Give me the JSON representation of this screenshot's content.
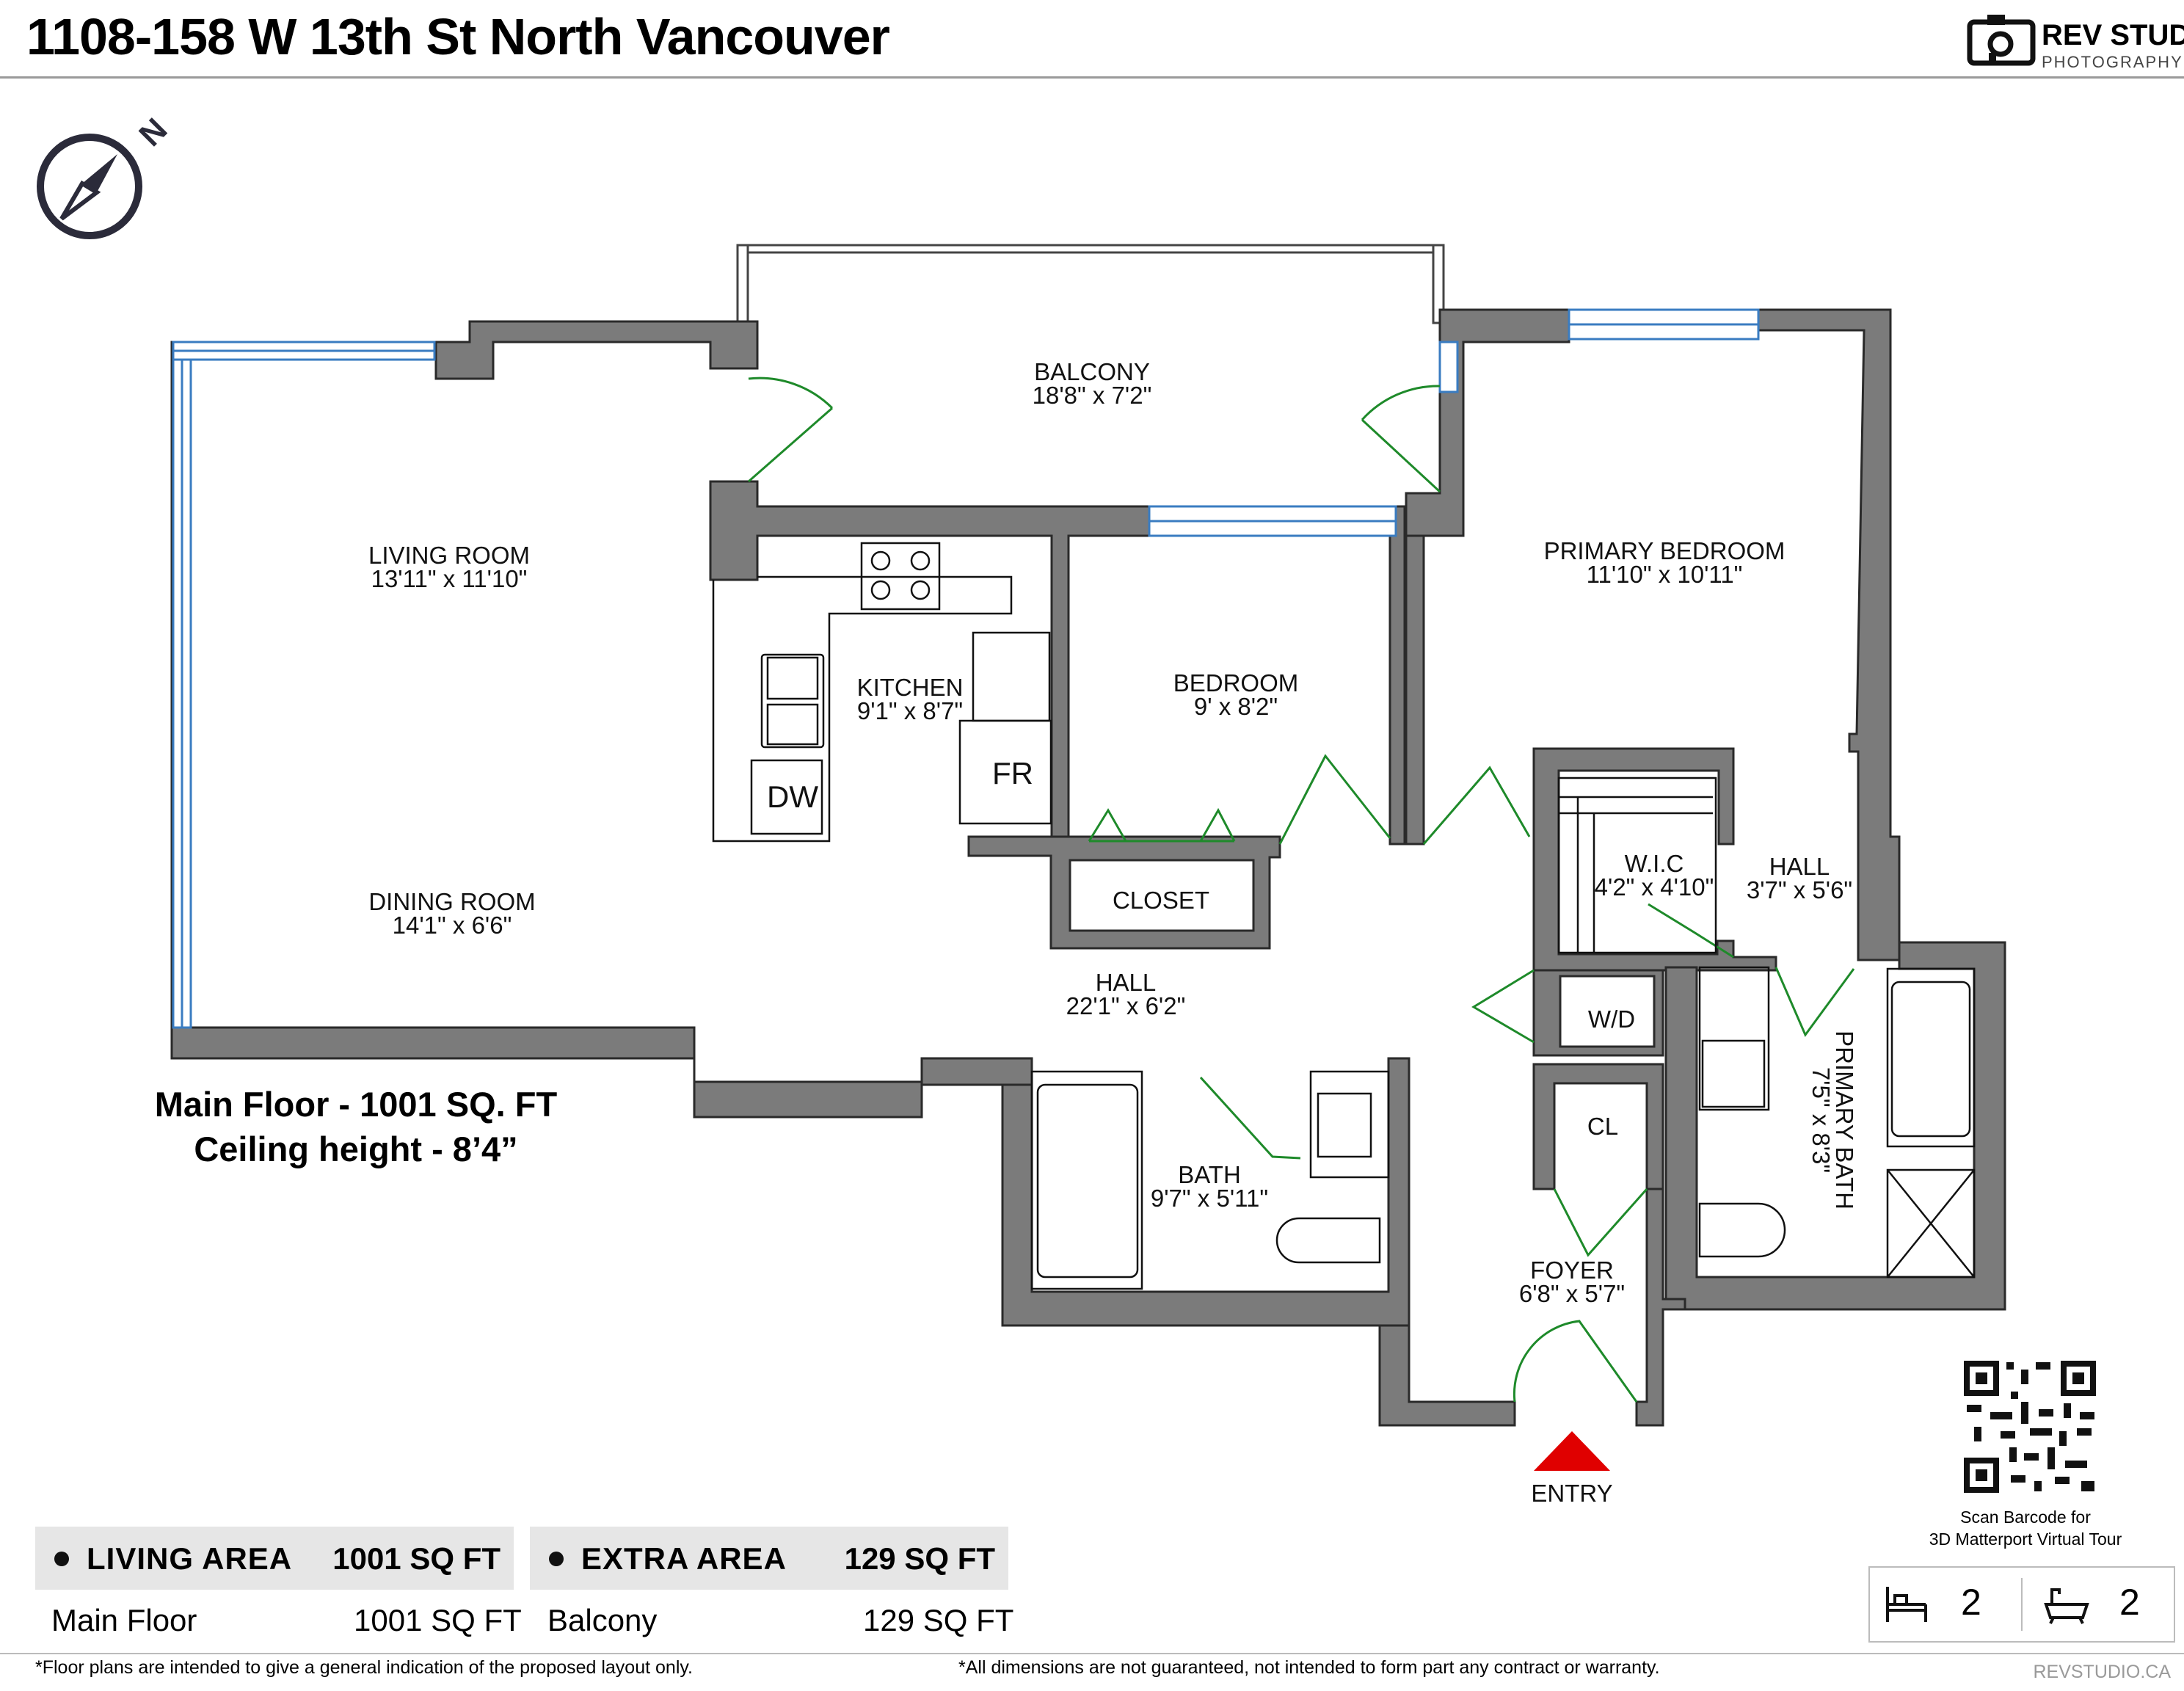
{
  "header": {
    "title": "1108-158 W 13th St North Vancouver",
    "logo_name": "REV STUDIO",
    "logo_sub": "PHOTOGRAPHY"
  },
  "compass": {
    "label": "N"
  },
  "rooms": {
    "balcony": {
      "name": "BALCONY",
      "dims": "18'8\" x 7'2\""
    },
    "living": {
      "name": "LIVING ROOM",
      "dims": "13'11\" x 11'10\""
    },
    "dining": {
      "name": "DINING ROOM",
      "dims": "14'1\" x 6'6\""
    },
    "kitchen": {
      "name": "KITCHEN",
      "dims": "9'1\" x 8'7\""
    },
    "bedroom": {
      "name": "BEDROOM",
      "dims": "9' x 8'2\""
    },
    "primary_bedroom": {
      "name": "PRIMARY BEDROOM",
      "dims": "11'10\" x 10'11\""
    },
    "closet": {
      "name": "CLOSET"
    },
    "wic": {
      "name": "W.I.C",
      "dims": "4'2\" x 4'10\""
    },
    "hall_small": {
      "name": "HALL",
      "dims": "3'7\" x 5'6\""
    },
    "hall": {
      "name": "HALL",
      "dims": "22'1\" x 6'2\""
    },
    "bath": {
      "name": "BATH",
      "dims": "9'7\" x 5'11\""
    },
    "foyer": {
      "name": "FOYER",
      "dims": "6'8\" x 5'7\""
    },
    "primary_bath": {
      "name": "PRIMARY BATH",
      "dims": "7'5\" x 8'3\""
    }
  },
  "fixtures": {
    "dw": "DW",
    "fr": "FR",
    "wd": "W/D",
    "cl": "CL"
  },
  "entry": "ENTRY",
  "floor_info": {
    "line1": "Main Floor - 1001 SQ. FT",
    "line2": "Ceiling height - 8’4”"
  },
  "area_tables": {
    "living": {
      "header": "LIVING AREA",
      "header_value": "1001 SQ FT",
      "row_label": "Main Floor",
      "row_value": "1001 SQ FT"
    },
    "extra": {
      "header": "EXTRA AREA",
      "header_value": "129 SQ FT",
      "row_label": "Balcony",
      "row_value": "129 SQ FT"
    }
  },
  "qr": {
    "caption_line1": "Scan Barcode for",
    "caption_line2": "3D Matterport Virtual Tour"
  },
  "counts": {
    "bedrooms": "2",
    "bathrooms": "2"
  },
  "footer": {
    "left": "*Floor plans are intended to give a general indication of the proposed layout only.",
    "center": "*All dimensions are not guaranteed, not intended to form part any contract or warranty.",
    "site": "REVSTUDIO.CA"
  },
  "colors": {
    "wall": "#7b7b7b",
    "window": "#3a7cc1",
    "door": "#1e8a2a",
    "entry_arrow": "#e00000",
    "compass": "#2b2b3a"
  }
}
